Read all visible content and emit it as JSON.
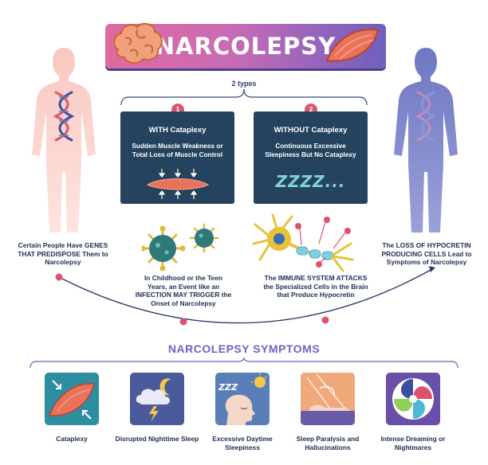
{
  "title": "NARCOLEPSY",
  "types_label": "2 types",
  "types": [
    {
      "number": "1",
      "heading": "WITH Cataplexy",
      "description": "Sudden Muscle Weakness or Total Loss of Muscle Control"
    },
    {
      "number": "2",
      "heading": "WITHOUT Cataplexy",
      "description": "Continuous Excessive Sleepiness But No Cataplexy",
      "sleep_text": "ZZZZ..."
    }
  ],
  "left_caption": "Certain People Have GENES THAT PREDISPOSE Them to Narcolepsy",
  "right_caption": "The LOSS OF HYPOCRETIN PRODUCING CELLS Lead to Symptoms of Narcolepsy",
  "infection_caption": "In Childhood or the Teen Years, an Event like an INFECTION MAY TRIGGER the Onset of Narcolepsy",
  "immune_caption": "The IMMUNE SYSTEM ATTACKS the Specialized Cells in the Brain that Produce Hypocretin",
  "symptoms_title": "NARCOLEPSY SYMPTOMS",
  "symptoms": [
    {
      "label": "Cataplexy",
      "icon": "muscle-icon"
    },
    {
      "label": "Disrupted Nighttime Sleep",
      "icon": "storm-moon-icon"
    },
    {
      "label": "Excessive Daytime Sleepiness",
      "icon": "sleepy-head-icon"
    },
    {
      "label": "Sleep Paralysis and Hallucinations",
      "icon": "paralysis-icon"
    },
    {
      "label": "Intense Dreaming or Nightmares",
      "icon": "swirl-icon"
    }
  ],
  "colors": {
    "banner_start": "#e06aa0",
    "banner_end": "#6f5fbf",
    "box": "#25435f",
    "accent_pink": "#d9566f",
    "symptoms_purple": "#6f62c4",
    "navy_text": "#1f2d52"
  }
}
